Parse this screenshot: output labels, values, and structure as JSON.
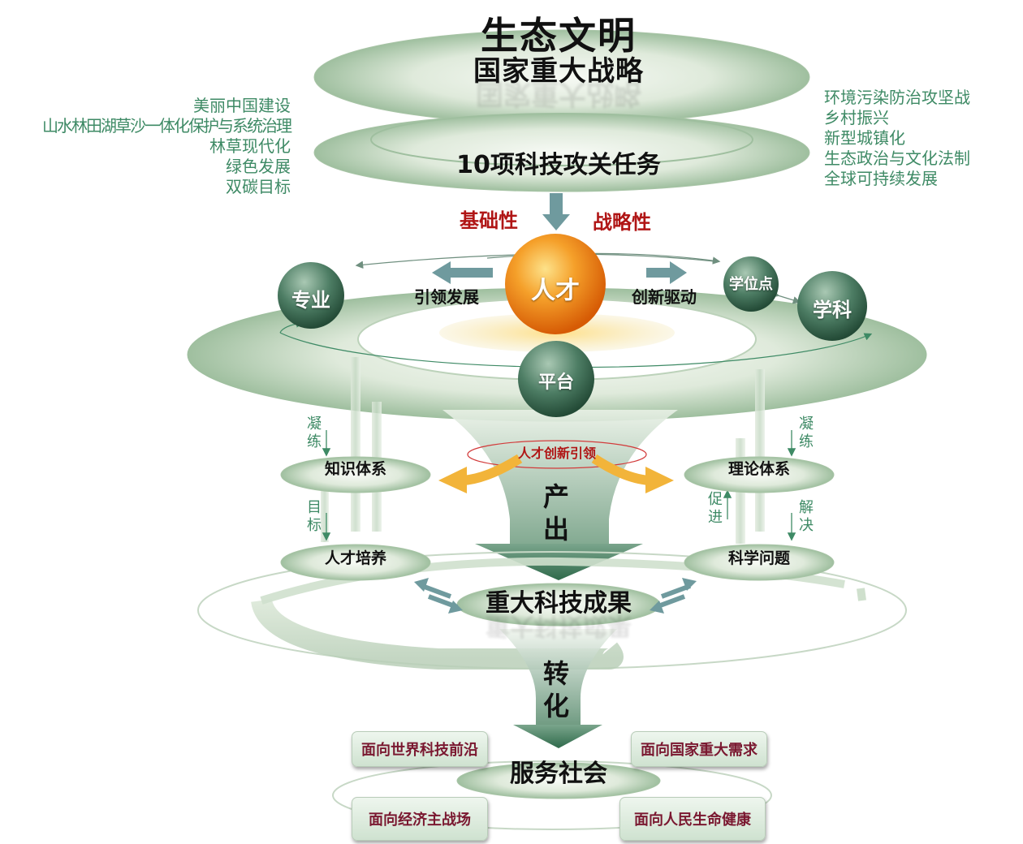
{
  "header": {
    "title_line1": "生态文明",
    "title_line2": "国家重大战略"
  },
  "tasks_ring": {
    "label": "10项科技攻关任务"
  },
  "left_list": [
    "美丽中国建设",
    "山水林田湖草沙一体化保护与系统治理",
    "林草现代化",
    "绿色发展",
    "双碳目标"
  ],
  "right_list": [
    "环境污染防治攻坚战",
    "乡村振兴",
    "新型城镇化",
    "生态政治与文化法制",
    "全球可持续发展"
  ],
  "attributes": {
    "left": "基础性",
    "right": "战略性"
  },
  "core": {
    "talent": "人才",
    "platform": "平台",
    "major": "专业",
    "degree_point": "学位点",
    "discipline": "学科",
    "lead_development": "引领发展",
    "innovation_drive": "创新驱动"
  },
  "middle": {
    "knowledge_system": "知识体系",
    "talent_training": "人才培养",
    "theory_system": "理论体系",
    "science_problem": "科学问题",
    "talent_innovation_lead": "人才创新引领",
    "output": [
      "产",
      "出"
    ],
    "left_condense": [
      "凝",
      "练"
    ],
    "left_goal": [
      "目",
      "标"
    ],
    "right_condense": [
      "凝",
      "练"
    ],
    "right_promote": [
      "促",
      "进"
    ],
    "right_solve": [
      "解",
      "决"
    ]
  },
  "achievements": {
    "label": "重大科技成果",
    "transform": [
      "转",
      "化"
    ]
  },
  "service": {
    "label": "服务社会",
    "boxes": [
      "面向世界科技前沿",
      "面向国家重大需求",
      "面向经济主战场",
      "面向人民生命健康"
    ]
  },
  "colors": {
    "green_text": "#3e8a65",
    "red_text": "#b01515",
    "box_text": "#7a1830",
    "talent_ball": "#f08a1a",
    "green_ball": "#3f6f57"
  }
}
